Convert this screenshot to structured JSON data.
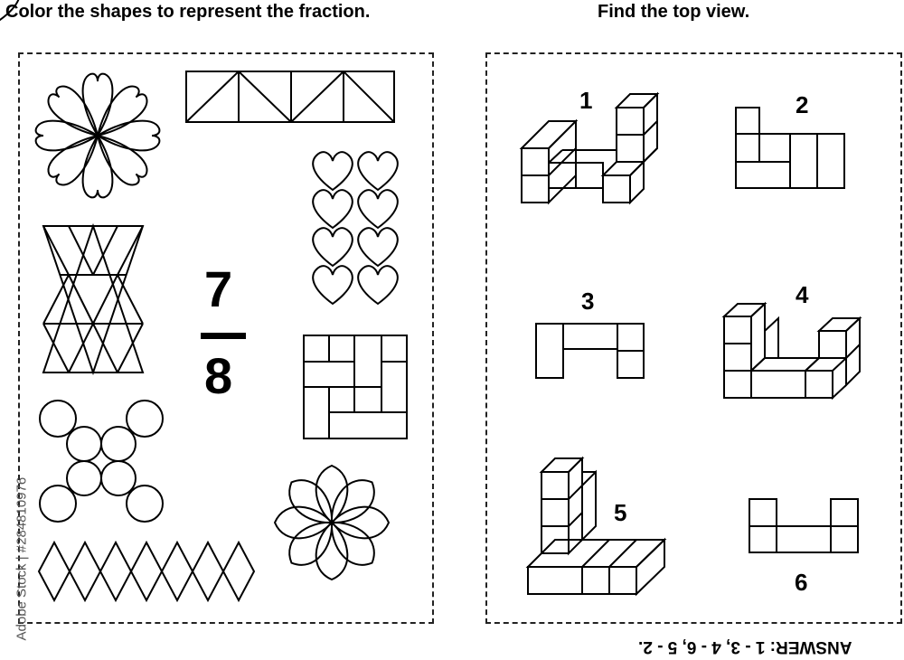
{
  "left_title": "Color the shapes to represent the fraction.",
  "right_title": "Find the top view.",
  "fraction": {
    "numerator": "7",
    "denominator": "8"
  },
  "views": {
    "n1": "1",
    "n2": "2",
    "n3": "3",
    "n4": "4",
    "n5": "5",
    "n6": "6"
  },
  "answer": "ANSWER: 1 - 3, 4 - 6, 5 - 2.",
  "stock_id": "Adobe Stock | #284810976"
}
